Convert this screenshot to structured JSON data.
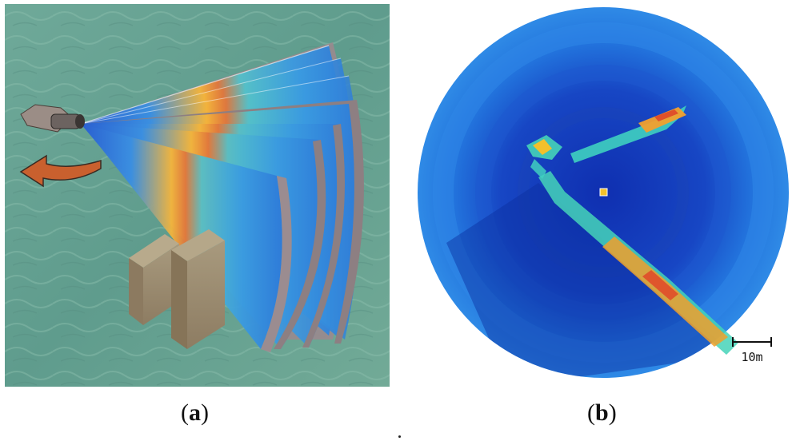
{
  "figure": {
    "panel_a": {
      "caption_open": "(",
      "caption_letter": "a",
      "caption_close": ")",
      "water_color": "#6aa596",
      "arrow_color": "#c9602e",
      "block_color": "#a08f72"
    },
    "panel_b": {
      "caption_open": "(",
      "caption_letter": "b",
      "caption_close": ")",
      "scale_label": "10m",
      "background_color": "#1a5fd6",
      "ring_color": "#2f86e8",
      "echo_color": "#f2c02b"
    },
    "separator": "."
  }
}
